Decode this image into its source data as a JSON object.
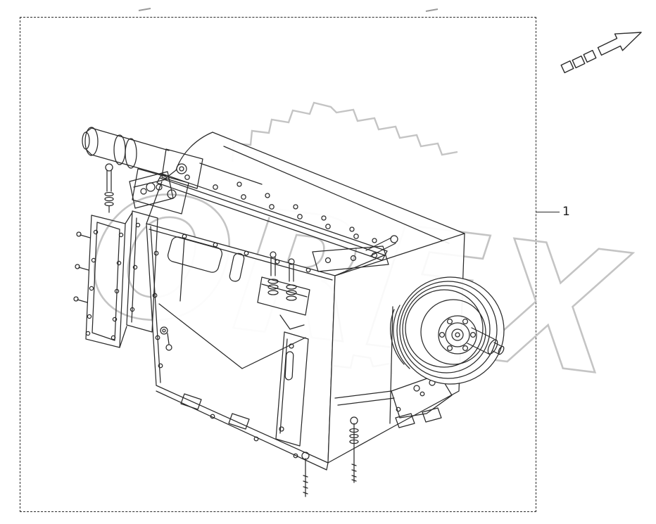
{
  "page": {
    "background_color": "#ffffff",
    "line_color": "#2a2a2a",
    "frame_border_color": "#2a2a2a"
  },
  "callout": {
    "label": "1"
  },
  "watermark": {
    "text": "OREX",
    "color": "#c4c4c4"
  },
  "figure": {
    "label": "chopper-drum-assembly-line-drawing"
  },
  "icons": {
    "direction_arrow": "direction-of-travel-arrow"
  }
}
